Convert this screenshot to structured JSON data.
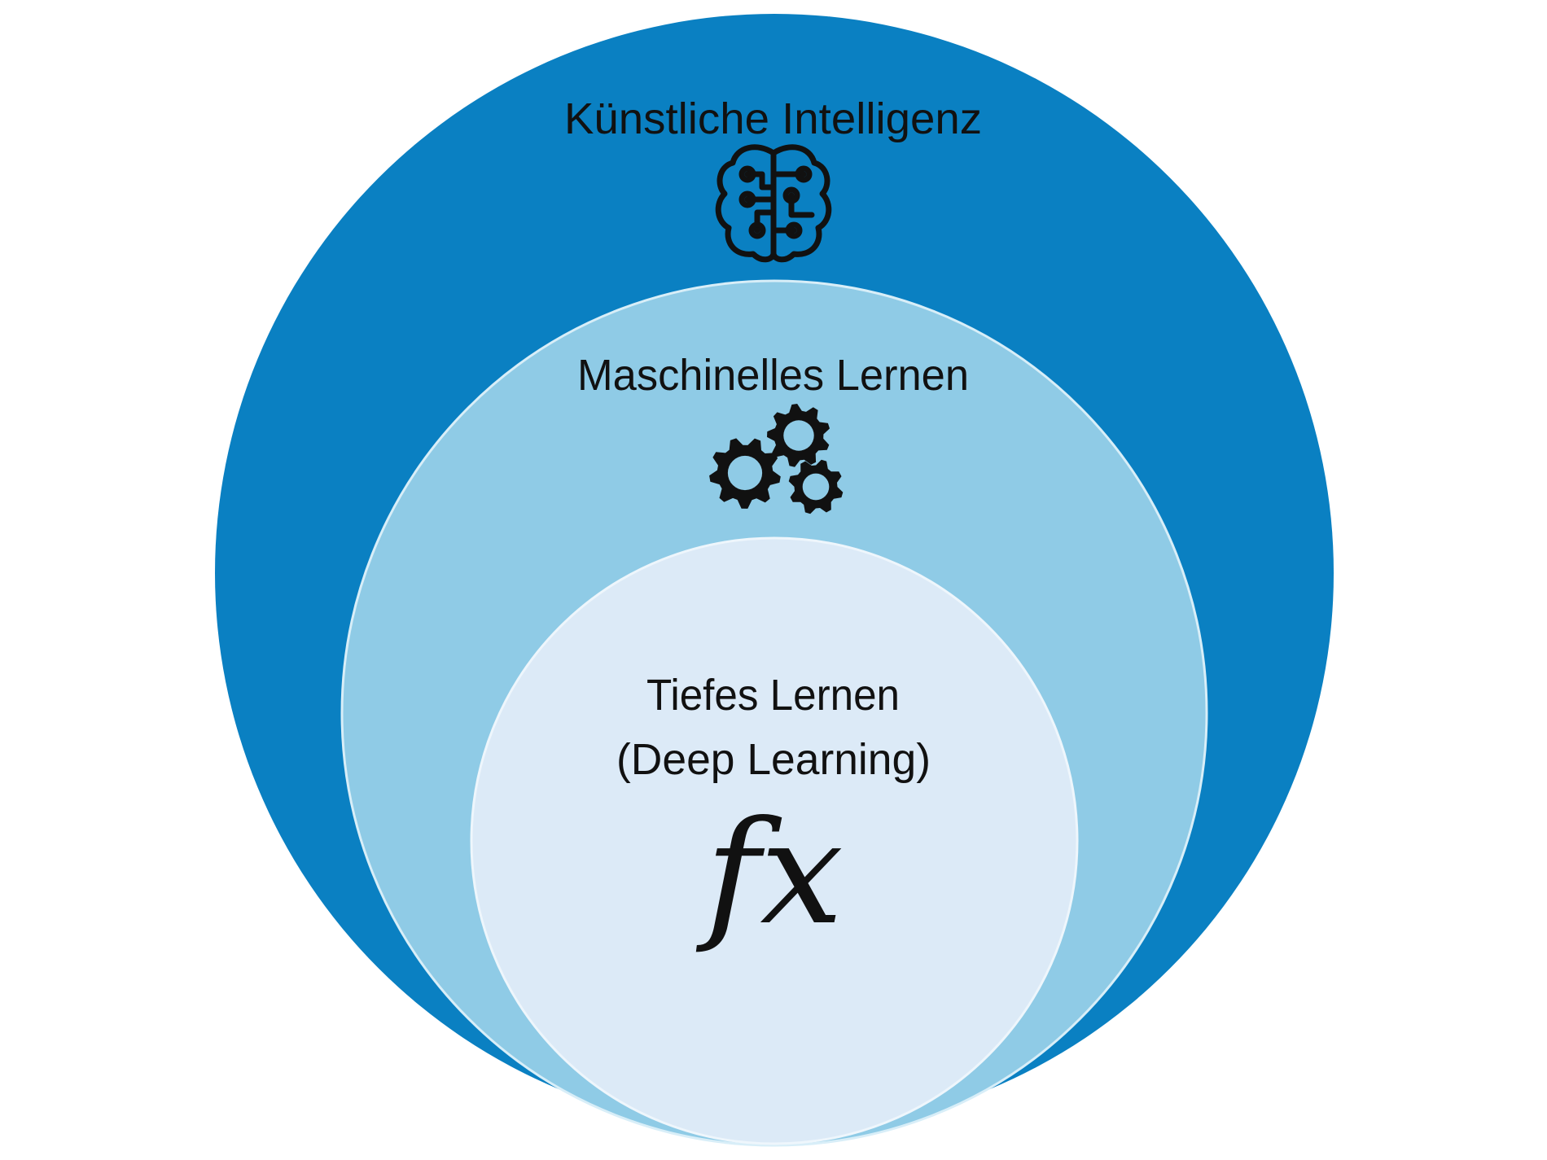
{
  "colors": {
    "outer": "#0a80c2",
    "middle": "#8fcbe6",
    "inner": "#dceaf7",
    "text": "#111111"
  },
  "levels": [
    {
      "label": "Künstliche Intelligenz",
      "icon": "brain-circuit-icon"
    },
    {
      "label": "Maschinelles Lernen",
      "icon": "gears-icon"
    },
    {
      "label_line1": "Tiefes Lernen",
      "label_line2": "(Deep Learning)",
      "symbol": "fx"
    }
  ]
}
